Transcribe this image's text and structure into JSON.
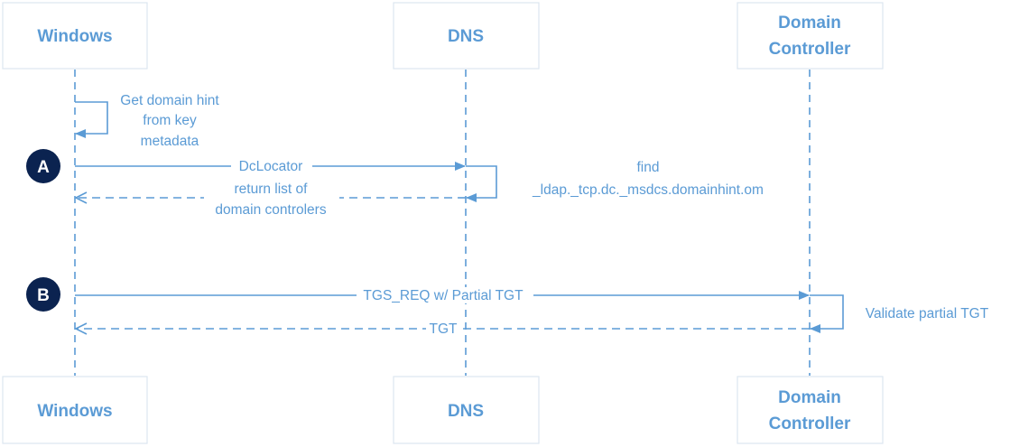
{
  "colors": {
    "primary": "#5B9BD5",
    "box_border": "#dde6f0",
    "badge_fill": "#0b2350",
    "badge_text": "#ffffff"
  },
  "participants": {
    "windows": {
      "title": "Windows"
    },
    "dns": {
      "title": "DNS"
    },
    "dc": {
      "title_line1": "Domain",
      "title_line2": "Controller"
    }
  },
  "messages": {
    "self_hint": {
      "line1": "Get domain hint",
      "line2": "from key",
      "line3": "metadata"
    },
    "dclocator": "DcLocator",
    "find": {
      "line1": "find",
      "line2": "_ldap._tcp.dc._msdcs.domainhint.om"
    },
    "return_list": {
      "line1": "return list of",
      "line2": "domain controlers"
    },
    "tgs_req": "TGS_REQ w/ Partial TGT",
    "validate": "Validate partial TGT",
    "tgt": "TGT"
  },
  "badges": {
    "a": "A",
    "b": "B"
  }
}
